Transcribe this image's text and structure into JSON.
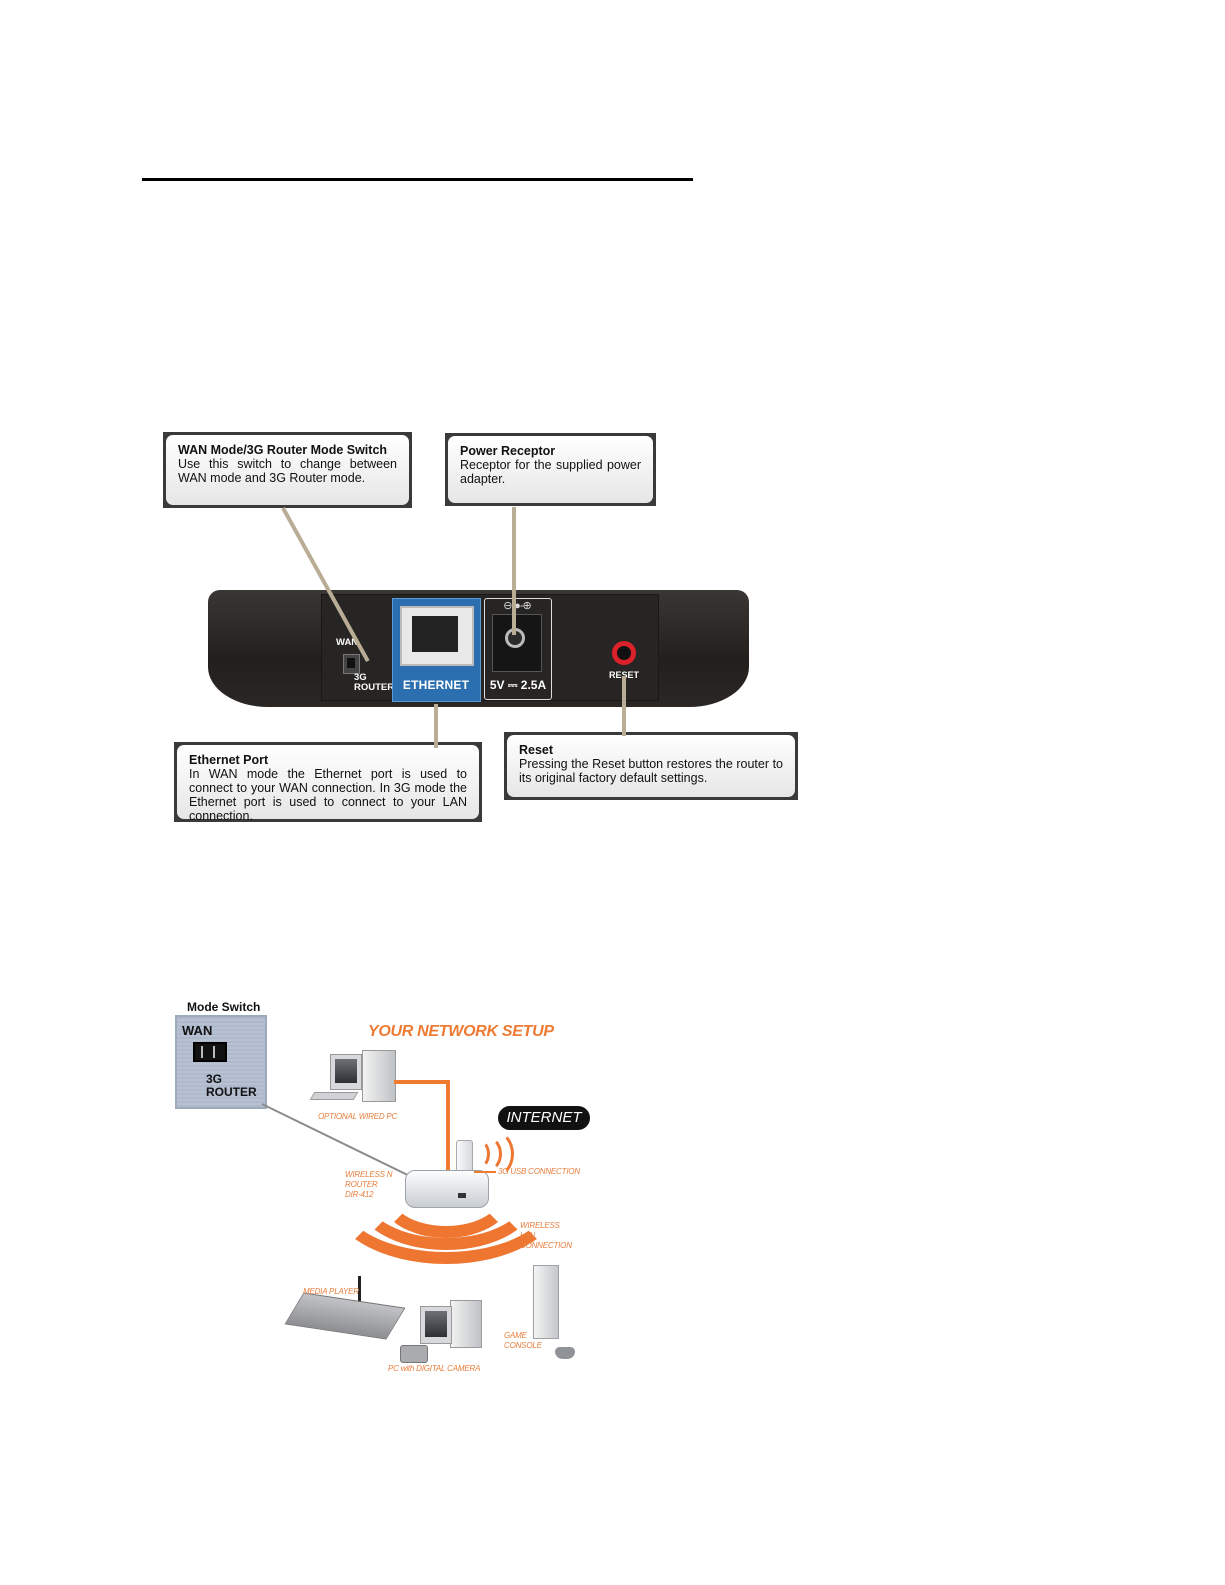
{
  "callouts": {
    "switch": {
      "title": "WAN Mode/3G Router Mode Switch",
      "text": "Use this switch to change between WAN mode and 3G Router mode."
    },
    "power": {
      "title": "Power Receptor",
      "text": "Receptor for the supplied power adapter."
    },
    "ethernet": {
      "title": "Ethernet Port",
      "text": "In WAN mode the Ethernet port is used to connect to your WAN connection. In 3G mode the Ethernet port is used to connect to your LAN connection."
    },
    "reset": {
      "title": "Reset",
      "text": "Pressing the Reset button restores the router to its original factory default settings."
    }
  },
  "device_labels": {
    "wan": "WAN",
    "router_3g": "3G ROUTER",
    "ethernet": "ETHERNET",
    "power_rating": "5V ⎓ 2.5A",
    "power_polarity": "⊖-●-⊕",
    "reset": "RESET"
  },
  "mode_switch": {
    "title": "Mode Switch",
    "wan": "WAN",
    "router_3g": "3G ROUTER"
  },
  "network": {
    "title": "YOUR NETWORK SETUP",
    "internet": "INTERNET",
    "optional_wired_pc": "OPTIONAL WIRED PC",
    "router": "WIRELESS N ROUTER DIR-412",
    "usb": "3G USB CONNECTION",
    "wireless_lan": "WIRELESS LAN CONNECTION",
    "media_player": "MEDIA PLAYER",
    "pc_camera": "PC with DIGITAL CAMERA",
    "game_console": "GAME CONSOLE"
  }
}
